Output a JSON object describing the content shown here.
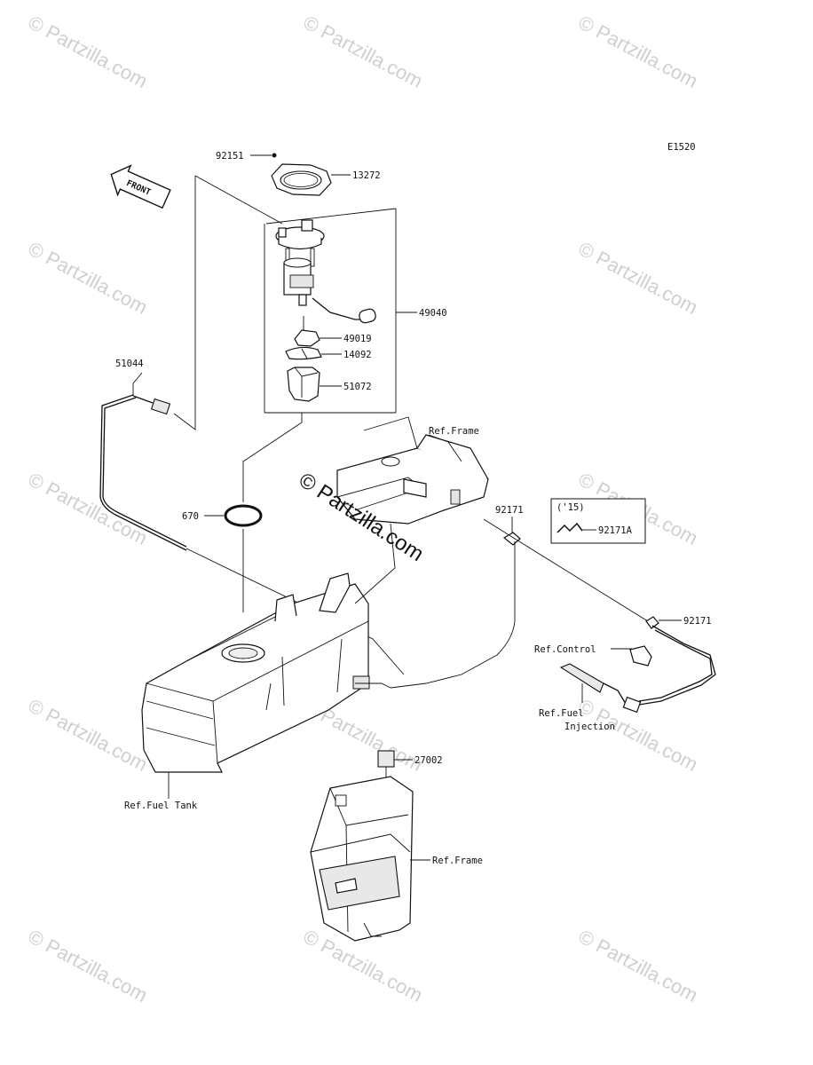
{
  "diagram_code": "E1520",
  "front_arrow_label": "FRONT",
  "watermark_small": "© Partzilla.com",
  "watermark_main": "© Partzilla.com",
  "parts": {
    "p92151": "92151",
    "p13272": "13272",
    "p49040": "49040",
    "p49019": "49019",
    "p14092": "14092",
    "p51072": "51072",
    "p51044": "51044",
    "p670": "670",
    "p92171_top": "92171",
    "p92171_right": "92171",
    "p92171A": "92171A",
    "p27002": "27002"
  },
  "inset_year": "('15)",
  "refs": {
    "frame_top": "Ref.Frame",
    "control": "Ref.Control",
    "fuel_injection_line1": "Ref.Fuel",
    "fuel_injection_line2": "Injection",
    "fuel_tank": "Ref.Fuel Tank",
    "frame_bottom": "Ref.Frame"
  }
}
